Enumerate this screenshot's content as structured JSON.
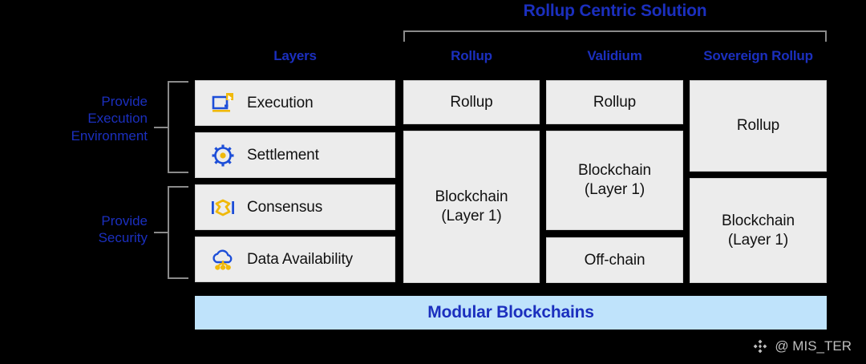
{
  "title": "Rollup Centric Solution",
  "columns": {
    "layers_header": "Layers",
    "rollup_header": "Rollup",
    "validium_header": "Validium",
    "sovereign_header": "Sovereign Rollup"
  },
  "side_labels": {
    "execution_env": "Provide\nExecution\nEnvironment",
    "execution_env_line1": "Provide",
    "execution_env_line2": "Execution",
    "execution_env_line3": "Environment",
    "security_line1": "Provide",
    "security_line2": "Security"
  },
  "layers": [
    {
      "label": "Execution",
      "icon": "execution-monitor-icon"
    },
    {
      "label": "Settlement",
      "icon": "gear-icon"
    },
    {
      "label": "Consensus",
      "icon": "consensus-handshake-icon"
    },
    {
      "label": "Data Availability",
      "icon": "cloud-nodes-icon"
    }
  ],
  "solutions": {
    "rollup": {
      "top": "Rollup",
      "base_line1": "Blockchain",
      "base_line2": "(Layer 1)"
    },
    "validium": {
      "top": "Rollup",
      "mid_line1": "Blockchain",
      "mid_line2": "(Layer 1)",
      "bottom": "Off-chain"
    },
    "sovereign": {
      "top": "Rollup",
      "bottom_line1": "Blockchain",
      "bottom_line2": "(Layer 1)"
    }
  },
  "footer": {
    "modular_label": "Modular Blockchains"
  },
  "watermark": {
    "handle": "@ MIS_TER",
    "logo": "binance-logo-icon"
  },
  "colors": {
    "background": "#000000",
    "accent_blue": "#1b2fbe",
    "card_gray": "#ececec",
    "modular_bar": "#bfe3fb",
    "icon_blue": "#1d4ed8",
    "icon_yellow": "#f0b90b",
    "bracket_gray": "#8a8a8a"
  }
}
